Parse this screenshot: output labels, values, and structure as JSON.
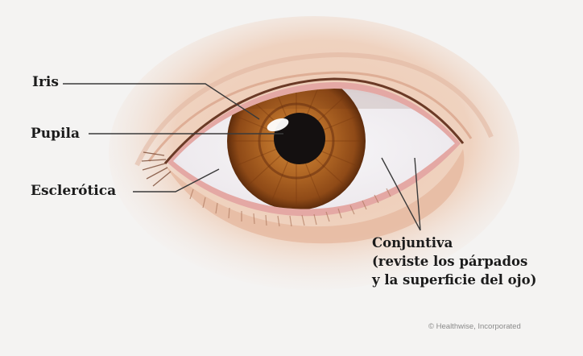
{
  "labels": {
    "iris": "Iris",
    "pupila": "Pupila",
    "esclerotica": "Esclerótica",
    "conjuntiva": {
      "line1": "Conjuntiva",
      "line2": "(reviste los párpados",
      "line3": "y la superficie del ojo)"
    }
  },
  "copyright": "© Healthwise, Incorporated",
  "colors": {
    "background": "#f4f3f2",
    "skin": "#ecc9b2",
    "iris": "#a35a20",
    "pupil": "#141010",
    "sclera": "#f3f2f4",
    "leader_line": "#3a3a3a",
    "text": "#1b1b1b"
  }
}
